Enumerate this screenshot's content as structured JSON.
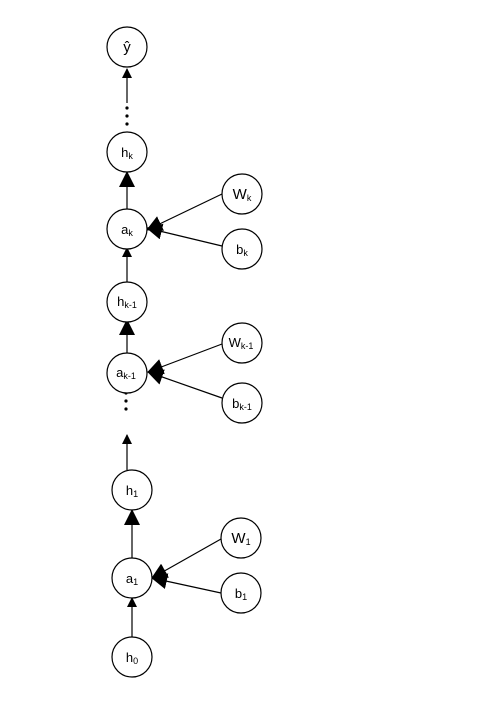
{
  "nodes": {
    "y_hat": {
      "base": "ŷ",
      "sub": ""
    },
    "h_k": {
      "base": "h",
      "sub": "k"
    },
    "a_k": {
      "base": "a",
      "sub": "k"
    },
    "W_k": {
      "base": "W",
      "sub": "k"
    },
    "b_k": {
      "base": "b",
      "sub": "k"
    },
    "h_k_1": {
      "base": "h",
      "sub": "k-1"
    },
    "a_k_1": {
      "base": "a",
      "sub": "k-1"
    },
    "W_k_1": {
      "base": "W",
      "sub": "k-1"
    },
    "b_k_1": {
      "base": "b",
      "sub": "k-1"
    },
    "h_1": {
      "base": "h",
      "sub": "1"
    },
    "a_1": {
      "base": "a",
      "sub": "1"
    },
    "W_1": {
      "base": "W",
      "sub": "1"
    },
    "b_1": {
      "base": "b",
      "sub": "1"
    },
    "h_0": {
      "base": "h",
      "sub": "0"
    }
  }
}
